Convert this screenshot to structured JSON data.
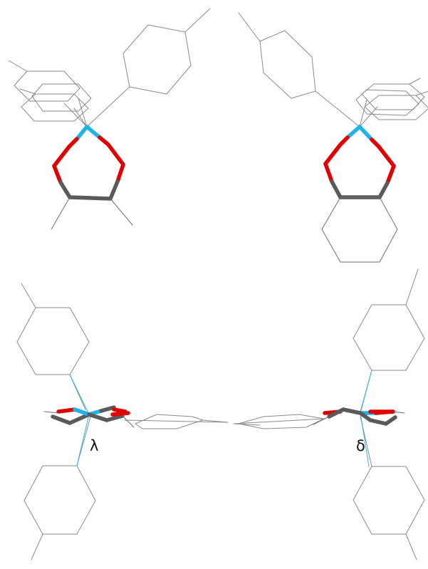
{
  "figure": {
    "labels": {
      "left": "λ",
      "right": "δ"
    },
    "colors": {
      "boron": "#1fb3e8",
      "oxygen": "#e00000",
      "carbon": "#5a5a5a",
      "wireframe": "#8a8a8a",
      "background": "#ffffff"
    },
    "panels": [
      {
        "position": "top-left",
        "ring_substituents": "dimethyl"
      },
      {
        "position": "top-right",
        "ring_substituents": "cyclohexane-fused"
      },
      {
        "position": "bottom-left",
        "conformation": "λ"
      },
      {
        "position": "bottom-right",
        "conformation": "δ"
      }
    ]
  }
}
